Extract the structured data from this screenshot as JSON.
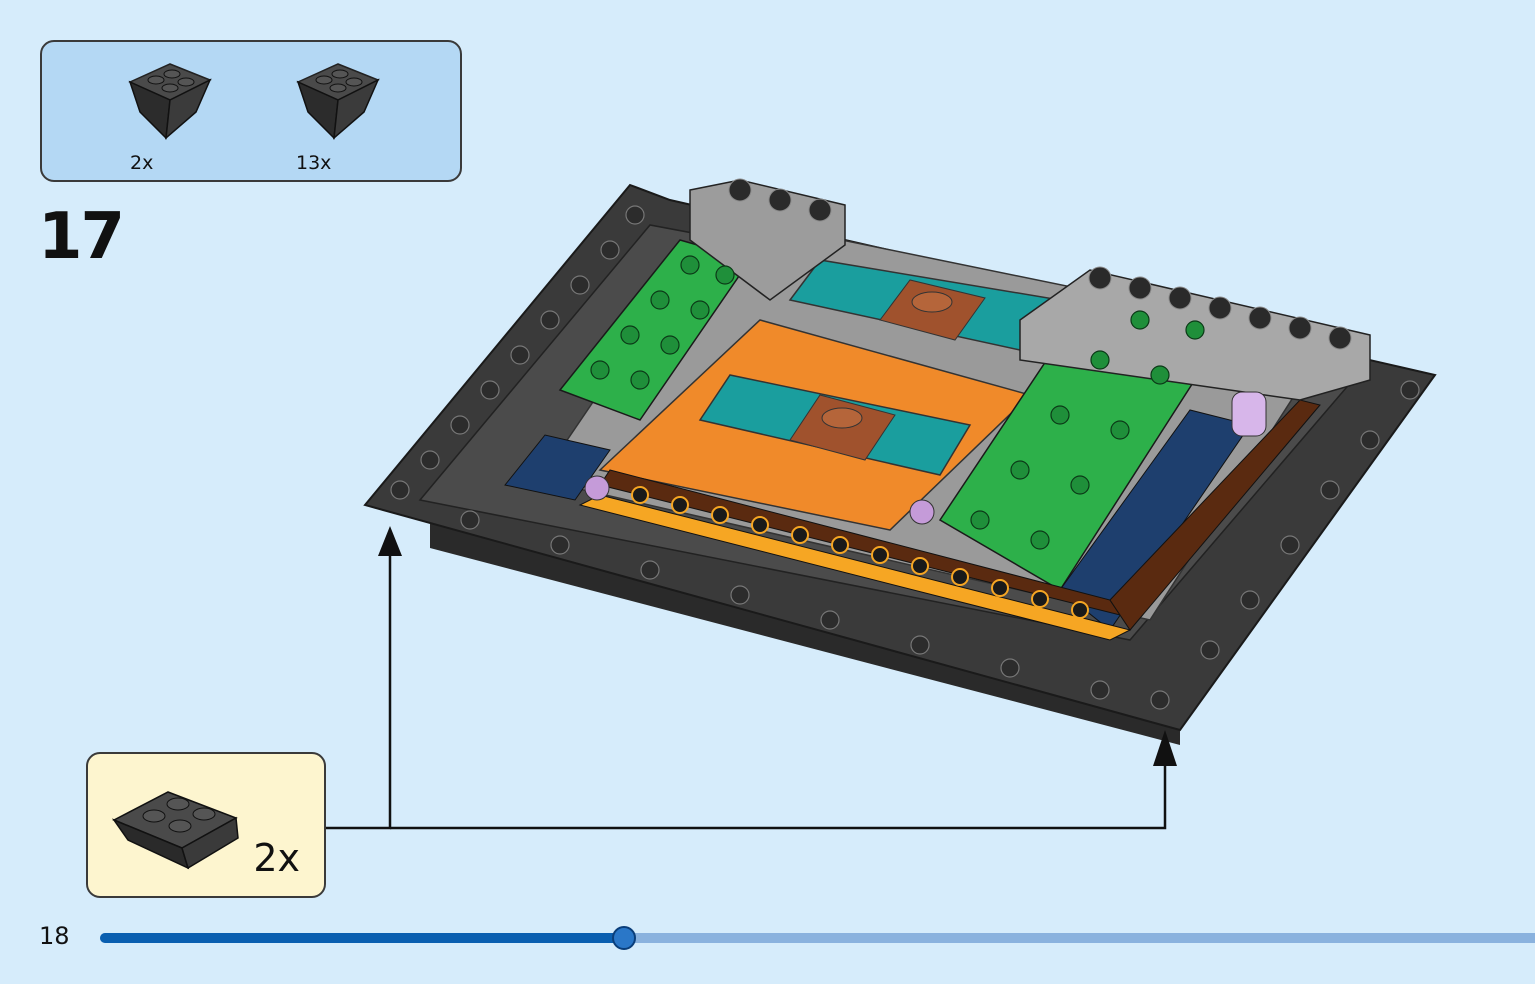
{
  "parts_list": [
    {
      "quantity": "2x",
      "icon": "inverted-slope-brick-dark-gray-icon"
    },
    {
      "quantity": "13x",
      "icon": "inverted-slope-brick-dark-gray-icon"
    }
  ],
  "step": {
    "number": "17"
  },
  "callout": {
    "quantity": "2x",
    "icon": "inverted-slope-brick-dark-gray-icon"
  },
  "page": {
    "number": "18"
  },
  "progress": {
    "fraction": 0.365
  },
  "colors": {
    "background": "#d6ecfb",
    "parts_box": "#b4d8f4",
    "callout_box": "#fdf5cf",
    "progress_fill": "#0a5fb0",
    "progress_track": "#8ab2de"
  }
}
